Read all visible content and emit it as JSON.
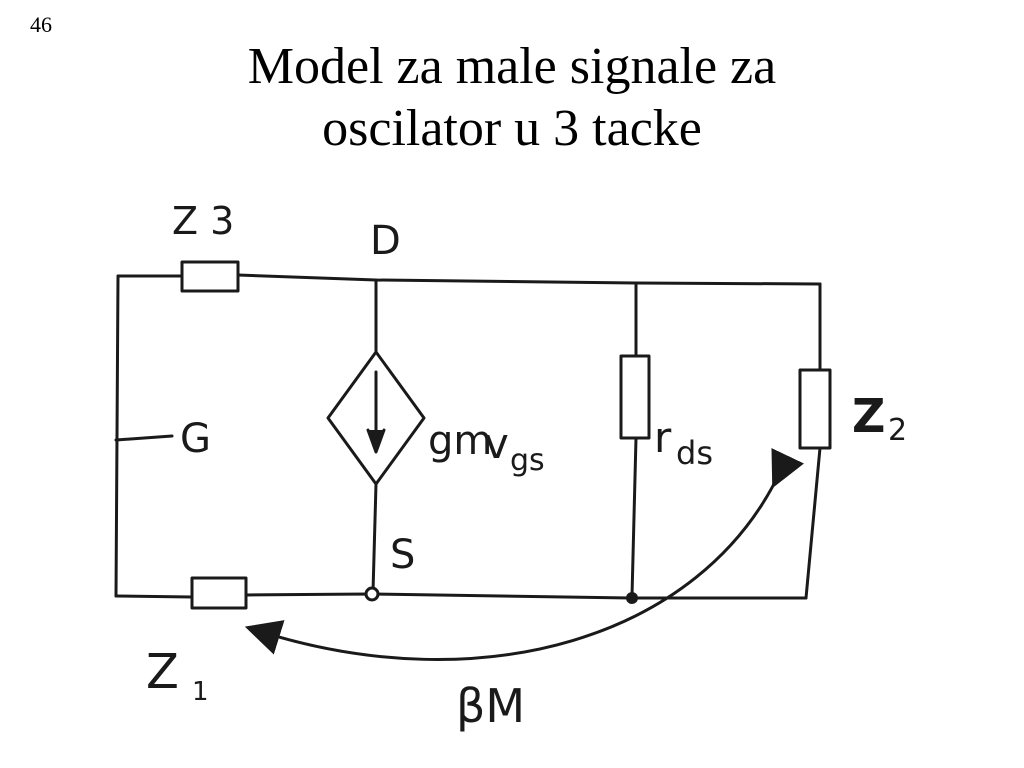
{
  "slide": {
    "page_number": "46",
    "title_line1": "Model za male signale za",
    "title_line2": "oscilator u 3 tacke"
  },
  "circuit": {
    "labels": {
      "z3": "Z 3",
      "d": "D",
      "g": "G",
      "s": "S",
      "source_main": "gm",
      "source_var": "v",
      "source_sub": "gs",
      "rds_main": "r",
      "rds_sub": "ds",
      "z2": "Z",
      "z2_sub": "2",
      "z1": "Z",
      "z1_sub": "1",
      "feedback": "βM"
    },
    "ink_color": "#1a1a1a"
  }
}
